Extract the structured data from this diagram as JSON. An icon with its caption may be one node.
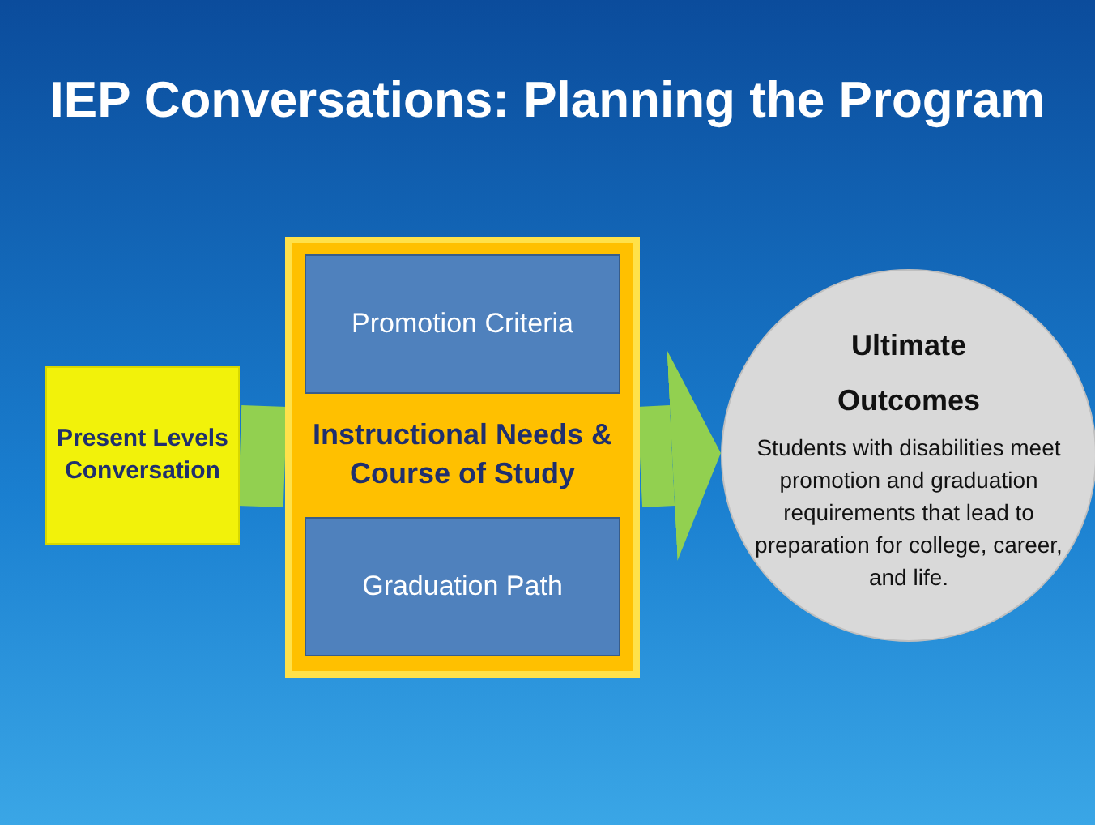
{
  "diagram": {
    "title": "IEP Conversations: Planning the Program",
    "nodes": [
      {
        "text": [
          "Present Levels Conversation"
        ]
      },
      {
        "text": [
          "Instructional Needs & Course of Study"
        ]
      },
      {
        "text": [
          "Promotion Criteria"
        ],
        "in": 1
      },
      {
        "text": [
          "Graduation Path"
        ],
        "in": 1
      },
      {
        "text": [
          "Ultimate Outcomes",
          "Students with disabilities meet promotion and graduation requirements that lead to preparation for college, career, and life."
        ]
      }
    ],
    "edges": [
      {
        "from": 0,
        "to": 1,
        "arrow": "none"
      },
      {
        "from": 1,
        "to": 4,
        "arrow": "to"
      }
    ]
  }
}
